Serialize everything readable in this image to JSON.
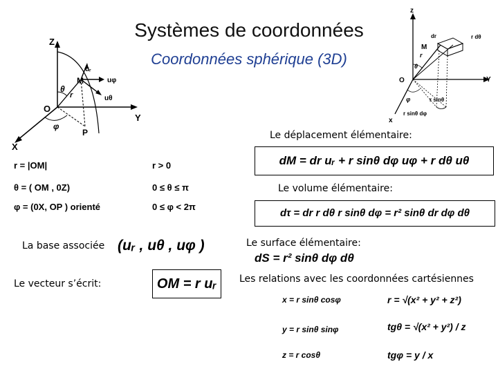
{
  "header": {
    "title": "Systèmes de coordonnées",
    "subtitle": "Coordonnées sphérique (3D)"
  },
  "left_figure": {
    "axis_z": "Z",
    "axis_y": "Y",
    "axis_x": "X",
    "origin": "O",
    "point_m": "M",
    "point_p": "P",
    "theta": "θ",
    "phi": "φ",
    "r": "r",
    "u_r": "uᵣ",
    "u_phi": "uφ",
    "u_theta": "uθ"
  },
  "right_figure": {
    "axis_z": "z",
    "axis_y": "Y",
    "axis_x": "x",
    "origin": "O",
    "point_m": "M",
    "dr": "dr",
    "r_dtheta": "r dθ",
    "r": "r",
    "theta": "θ",
    "phi": "φ",
    "r_sin_theta": "r sinθ",
    "r_sin_theta_dphi": "r sinθ dφ"
  },
  "definitions": {
    "r_def": "r = |OM|",
    "r_cond": "r > 0",
    "theta_def": "θ = ( OM , 0Z)",
    "theta_cond": "0 ≤ θ ≤ π",
    "phi_def": "φ = (0X, OP ) orienté",
    "phi_cond": "0 ≤ φ < 2π"
  },
  "base": {
    "label": "La base associée",
    "value": "(uᵣ , uθ , uφ )"
  },
  "vector": {
    "label": "Le vecteur s’écrit:",
    "value": "OM = r uᵣ"
  },
  "displacement": {
    "label": "Le déplacement élémentaire:",
    "value": "dM = dr uᵣ + r sinθ dφ uφ + r dθ uθ"
  },
  "volume": {
    "label": "Le volume élémentaire:",
    "value": "dτ = dr r dθ r sinθ dφ = r² sinθ dr dφ dθ"
  },
  "surface": {
    "label": "Le surface élémentaire:",
    "value": "dS = r² sinθ dφ dθ"
  },
  "relations": {
    "label": "Les relations avec les coordonnées cartésiennes",
    "x": "x = r sinθ cosφ",
    "y": "y = r sinθ sinφ",
    "z": "z = r cosθ",
    "r": "r = √(x² + y² + z²)",
    "tg_theta": "tgθ = √(x² + y²) / z",
    "tg_phi": "tgφ = y / x"
  }
}
